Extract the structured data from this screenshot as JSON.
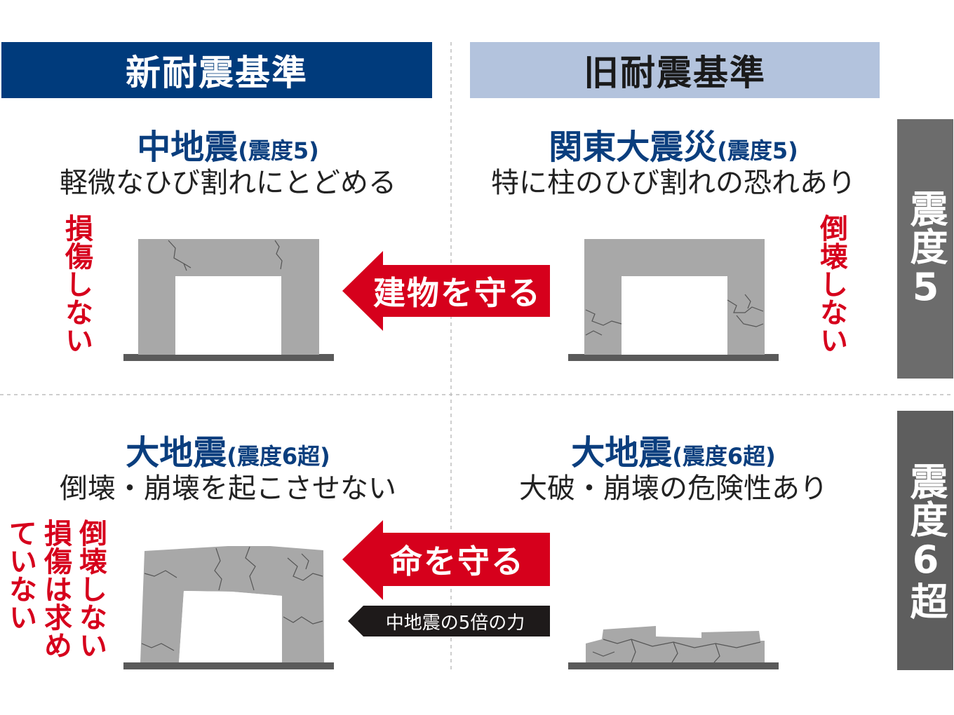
{
  "headers": {
    "new_standard": "新耐震基準",
    "old_standard": "旧耐震基準"
  },
  "side_labels": {
    "intensity_5": "震度5",
    "intensity_6": "震度6超"
  },
  "panels": {
    "top_left": {
      "title": "中地震",
      "title_note": "(震度5)",
      "subtitle": "軽微なひび割れにとどめる",
      "vertical_note": "損傷しない"
    },
    "top_right": {
      "title": "関東大震災",
      "title_note": "(震度5)",
      "subtitle": "特に柱のひび割れの恐れあり",
      "vertical_note": "倒壊しない"
    },
    "bottom_left": {
      "title": "大地震",
      "title_note": "(震度6超)",
      "subtitle": "倒壊・崩壊を起こさせない",
      "vertical_note_1": "倒壊しない",
      "vertical_note_2": "損傷は求め",
      "vertical_note_3": "ていない"
    },
    "bottom_right": {
      "title": "大地震",
      "title_note": "(震度6超)",
      "subtitle": "大破・崩壊の危険性あり"
    }
  },
  "arrows": {
    "protect_building": "建物を守る",
    "protect_life": "命を守る",
    "force_note": "中地震の5倍の力"
  },
  "colors": {
    "navy": "#003b7c",
    "light_blue": "#b3c3dd",
    "red": "#d6001c",
    "gray_block": "#a8a8a8",
    "ground": "#5a5a5a"
  }
}
